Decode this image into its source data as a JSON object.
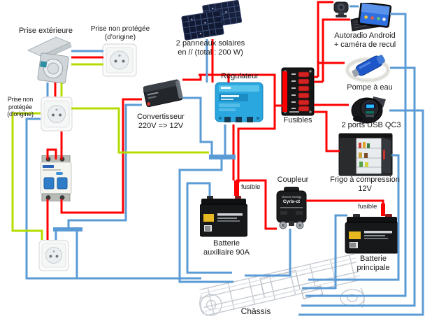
{
  "diagram": {
    "colors": {
      "wire_live": "#ff0000",
      "wire_neutral_ground": "#5b9bd5",
      "wire_earth": "#b4dc00"
    },
    "components": {
      "prise_exterieure": {
        "label": "Prise extérieure"
      },
      "prise_non_protegee_haut": {
        "label": "Prise non protégée",
        "sublabel": "(d'origine)"
      },
      "prise_non_protegee_gauche": {
        "label": "Prise non protégée",
        "sublabel": "(d'origine)"
      },
      "panneaux_solaires": {
        "label": "2 panneaux solaires",
        "sublabel": "en // (total : 200 W)"
      },
      "regulateur": {
        "label": "Régulateur"
      },
      "convertisseur": {
        "label": "Convertisseur",
        "sublabel": "220V => 12V"
      },
      "fusibles": {
        "label": "Fusibles"
      },
      "autoradio": {
        "label": "Autoradio Android",
        "sublabel": "+ caméra de recul"
      },
      "pompe": {
        "label": "Pompe à eau"
      },
      "usb": {
        "label": "2 ports USB QC3"
      },
      "frigo": {
        "label": "Frigo à compression",
        "sublabel": "12V"
      },
      "coupleur": {
        "label": "Coupleur",
        "device_line1": "victron energy",
        "device_line2": "Cyrix-ct"
      },
      "batterie_auxiliaire": {
        "label": "Batterie",
        "sublabel": "auxiliaire 90A"
      },
      "batterie_principale": {
        "label": "Batterie",
        "sublabel": "principale"
      },
      "fusible_batterie_auxiliaire": {
        "label": "fusible"
      },
      "fusible_batterie_principale": {
        "label": "fusible"
      },
      "chassis": {
        "label": "Châssis"
      }
    }
  }
}
